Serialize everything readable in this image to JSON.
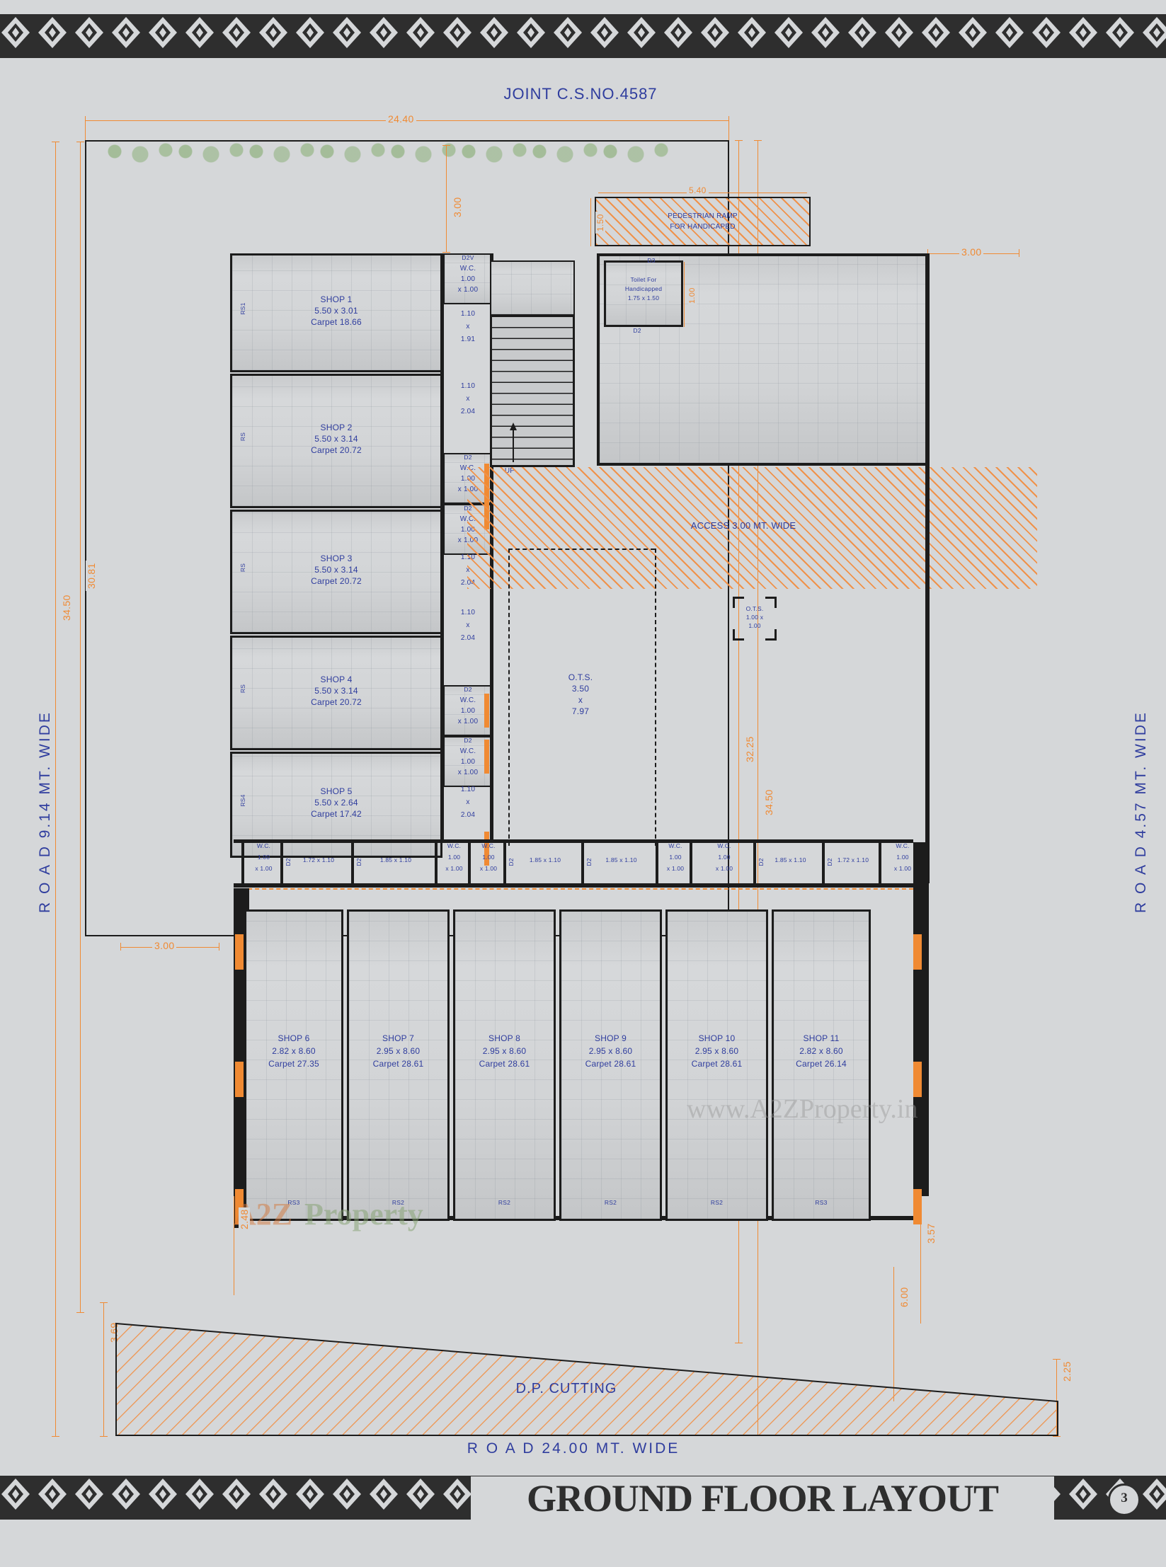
{
  "sheet": {
    "title": "GROUND FLOOR LAYOUT",
    "page_number": "3",
    "joint_cs": "JOINT C.S.NO.4587",
    "road_bottom": "R O A D  24.00 MT. WIDE",
    "road_left": "R O A D  9.14 MT. WIDE",
    "road_right": "R O A D  4.57 MT. WIDE",
    "watermark_1": "www.A2ZProperty.in",
    "watermark_2a": "A2Z",
    "watermark_2b": "Property",
    "colors": {
      "dimension": "#f08a33",
      "text": "#2f3d9e",
      "ink": "#1c1c1c",
      "paper": "#d5d7d9"
    }
  },
  "plot_dimensions": {
    "top_width": "24.40",
    "left_outer": "34.50",
    "left_inner": "30.81",
    "right_outer": "34.50",
    "right_inner": "32.25",
    "setback_top": "3.00",
    "setback_right": "3.00",
    "setback_left": "3.00",
    "ramp_width": "5.40",
    "ramp_depth": "1.50",
    "toilet_offset": "1.00",
    "bottom_left_a": "2.48",
    "bottom_left_b": "3.69",
    "bottom_right_a": "3.57",
    "bottom_right_b": "6.00",
    "bottom_right_c": "2.25"
  },
  "areas": {
    "access": "ACCESS 3.00 MT. WIDE",
    "dp_cutting": "D.P. CUTTING",
    "ramp_line1": "PEDESTRIAN RAMP",
    "ramp_line2": "FOR HANDICAPED",
    "toilet_line1": "Toilet For",
    "toilet_line2": "Handicapped",
    "toilet_line3": "1.75 x 1.50",
    "ots_big": {
      "name": "O.T.S.",
      "dim1": "3.50",
      "x": "x",
      "dim2": "7.97"
    },
    "ots_small": {
      "name": "O.T.S.",
      "dim1": "1.00 x",
      "dim2": "1.00"
    },
    "up_label": "UP"
  },
  "shops_left": [
    {
      "name": "SHOP 1",
      "size": "5.50 x 3.01",
      "carpet": "Carpet 18.66",
      "code": "RS1"
    },
    {
      "name": "SHOP 2",
      "size": "5.50 x 3.14",
      "carpet": "Carpet 20.72",
      "code": "RS"
    },
    {
      "name": "SHOP 3",
      "size": "5.50 x 3.14",
      "carpet": "Carpet 20.72",
      "code": "RS"
    },
    {
      "name": "SHOP 4",
      "size": "5.50 x 3.14",
      "carpet": "Carpet 20.72",
      "code": "RS"
    },
    {
      "name": "SHOP 5",
      "size": "5.50 x 2.64",
      "carpet": "Carpet 17.42",
      "code": "RS4"
    }
  ],
  "shops_bottom": [
    {
      "name": "SHOP 6",
      "size": "2.82 x 8.60",
      "carpet": "Carpet 27.35",
      "code": "RS3"
    },
    {
      "name": "SHOP 7",
      "size": "2.95 x 8.60",
      "carpet": "Carpet 28.61",
      "code": "RS2"
    },
    {
      "name": "SHOP 8",
      "size": "2.95 x 8.60",
      "carpet": "Carpet 28.61",
      "code": "RS2"
    },
    {
      "name": "SHOP 9",
      "size": "2.95 x 8.60",
      "carpet": "Carpet 28.61",
      "code": "RS2"
    },
    {
      "name": "SHOP 10",
      "size": "2.95 x 8.60",
      "carpet": "Carpet 28.61",
      "code": "RS2"
    },
    {
      "name": "SHOP 11",
      "size": "2.82 x 8.60",
      "carpet": "Carpet 26.14",
      "code": "RS3"
    }
  ],
  "wc_column": [
    {
      "label": "W.C.",
      "d1": "1.00",
      "d2": "x 1.00",
      "door": "D2V"
    },
    {
      "label": "W.C.",
      "d1": "1.00",
      "d2": "x 1.00",
      "door": "D2"
    },
    {
      "label": "W.C.",
      "d1": "1.00",
      "d2": "x 1.00",
      "door": "D2"
    },
    {
      "label": "W.C.",
      "d1": "1.00",
      "d2": "x 1.00",
      "door": "D2"
    },
    {
      "label": "W.C.",
      "d1": "1.00",
      "d2": "x 1.00",
      "door": "D2"
    }
  ],
  "passages_column": [
    {
      "d1": "1.10",
      "x": "x",
      "d2": "1.91"
    },
    {
      "d1": "1.10",
      "x": "x",
      "d2": "2.04"
    },
    {
      "d1": "1.10",
      "x": "x",
      "d2": "2.04"
    },
    {
      "d1": "1.10",
      "x": "x",
      "d2": "2.04"
    },
    {
      "d1": "1.10",
      "x": "x",
      "d2": "2.04"
    }
  ],
  "wc_strip": [
    {
      "type": "wc",
      "label": "W.C.",
      "d1": "1.00",
      "d2": "x 1.00"
    },
    {
      "type": "pass",
      "dim": "1.72 x 1.10",
      "door": "D2"
    },
    {
      "type": "pass",
      "dim": "1.85 x 1.10",
      "door": "D2"
    },
    {
      "type": "wc",
      "label": "W.C.",
      "d1": "1.00",
      "d2": "x 1.00"
    },
    {
      "type": "wc",
      "label": "W.C.",
      "d1": "1.00",
      "d2": "x 1.00"
    },
    {
      "type": "pass",
      "dim": "1.85 x 1.10",
      "door": "D2"
    },
    {
      "type": "pass",
      "dim": "1.85 x 1.10",
      "door": "D2"
    },
    {
      "type": "wc",
      "label": "W.C.",
      "d1": "1.00",
      "d2": "x 1.00"
    },
    {
      "type": "wc",
      "label": "W.C.",
      "d1": "1.00",
      "d2": "x 1.00"
    },
    {
      "type": "pass",
      "dim": "1.85 x 1.10",
      "door": "D2"
    },
    {
      "type": "pass",
      "dim": "1.72 x 1.10",
      "door": "D2"
    },
    {
      "type": "wc",
      "label": "W.C.",
      "d1": "1.00",
      "d2": "x 1.00",
      "door": "D2"
    }
  ],
  "door_tags": {
    "d3": "D3",
    "d2": "D2",
    "d2v": "D2V"
  }
}
